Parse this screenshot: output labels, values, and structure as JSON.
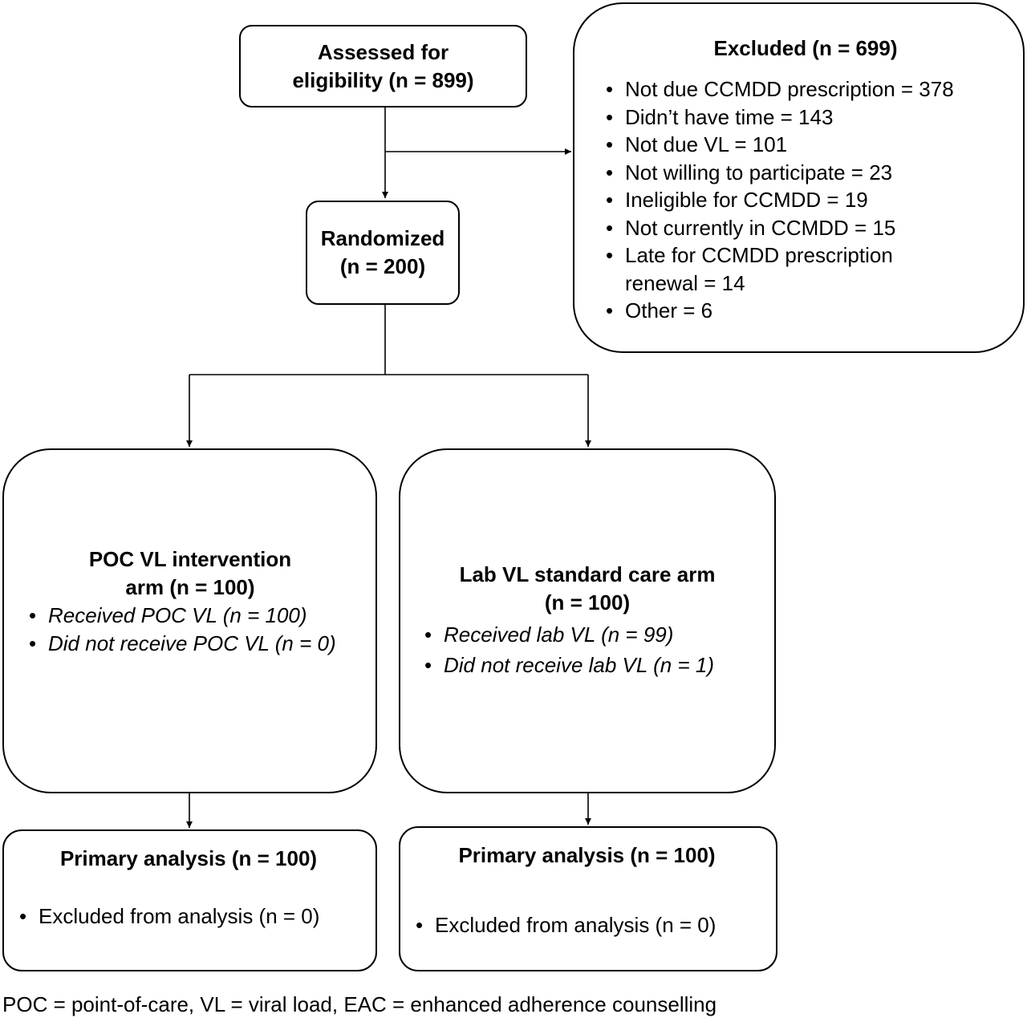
{
  "assessed": {
    "title": "Assessed for eligibility (n = 899)"
  },
  "excluded": {
    "title": "Excluded (n = 699)",
    "items": [
      "Not due CCMDD prescription = 378",
      "Didn’t have time = 143",
      "Not due VL = 101",
      "Not willing to participate = 23",
      "Ineligible for CCMDD = 19",
      "Not currently in CCMDD = 15",
      "Late for CCMDD prescription renewal = 14",
      "Other = 6"
    ]
  },
  "randomized": {
    "title": "Randomized (n = 200)"
  },
  "poc_arm": {
    "title": "POC VL intervention arm (n = 100)",
    "items": [
      "Received POC VL (n = 100)",
      "Did not receive POC VL (n = 0)"
    ]
  },
  "lab_arm": {
    "title": "Lab VL standard care arm (n = 100)",
    "items": [
      "Received lab VL (n = 99)",
      "Did not receive lab VL (n = 1)"
    ]
  },
  "poc_analysis": {
    "title": "Primary analysis (n = 100)",
    "items": [
      "Excluded from analysis (n = 0)"
    ]
  },
  "lab_analysis": {
    "title": "Primary analysis (n = 100)",
    "items": [
      "Excluded from analysis (n = 0)"
    ]
  },
  "footnote": "POC = point-of-care, VL = viral load, EAC = enhanced adherence counselling"
}
